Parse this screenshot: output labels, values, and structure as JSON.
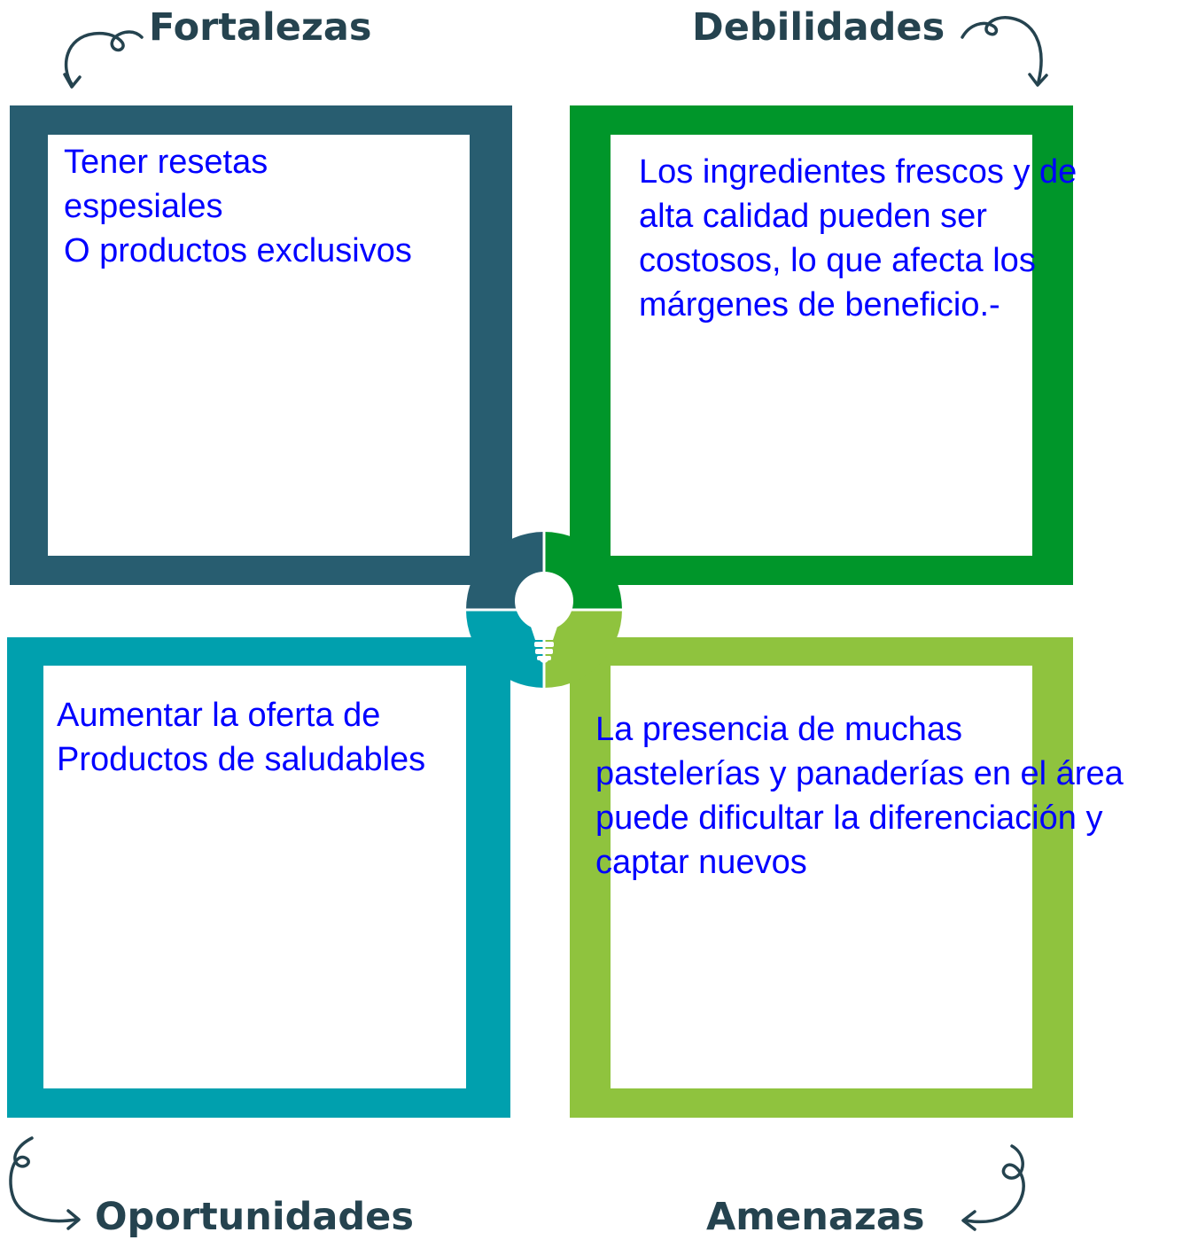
{
  "colors": {
    "heading": "#25434f",
    "strengths": "#285d70",
    "weaknesses": "#00962a",
    "opportunities": "#00a0ae",
    "threats": "#8fc33e",
    "body_text": "#0000ff"
  },
  "quadrants": {
    "strengths": {
      "heading": "Fortalezas",
      "text": "Tener resetas\nespesiales\nO productos exclusivos"
    },
    "weaknesses": {
      "heading": "Debilidades",
      "text": "Los ingredientes frescos y de\nalta calidad pueden ser\ncostosos, lo que afecta los\nmárgenes de beneficio.-"
    },
    "opportunities": {
      "heading": "Oportunidades",
      "text": "Aumentar la oferta de\nProductos de saludables"
    },
    "threats": {
      "heading": "Amenazas",
      "text": "La presencia de muchas\npastelerías y panaderías en el área\npuede dificultar la diferenciación y\ncaptar nuevos"
    }
  },
  "center_icon": "lightbulb-icon"
}
